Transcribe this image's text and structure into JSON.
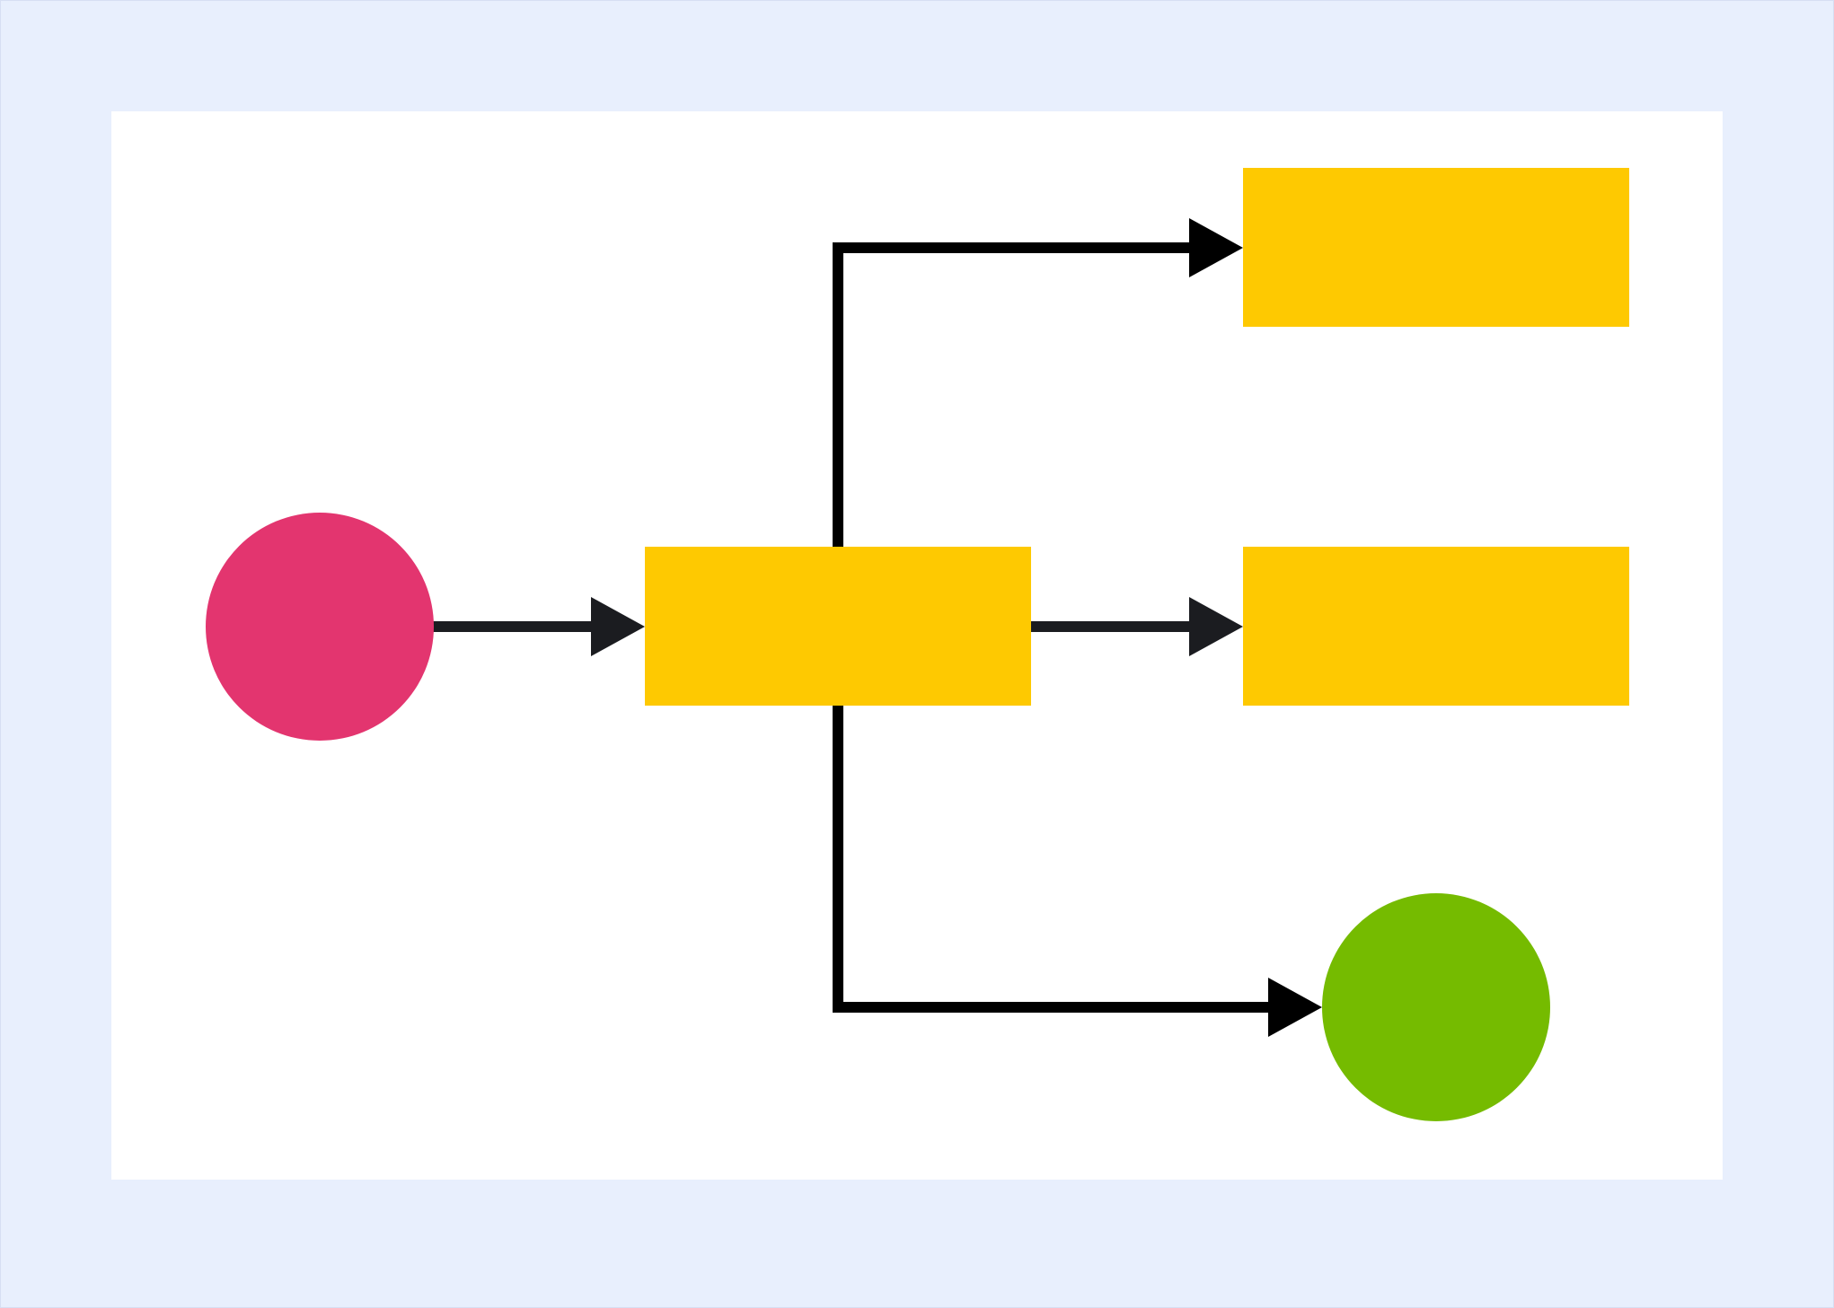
{
  "colors": {
    "frame_background": "#e8effd",
    "canvas_background": "#ffffff",
    "start_node": "#e3356f",
    "process_node": "#fec901",
    "end_node": "#75bb00",
    "connector_main": "#1b1c20",
    "connector_branch": "#000000"
  },
  "diagram": {
    "nodes": [
      {
        "id": "start",
        "shape": "circle",
        "label": ""
      },
      {
        "id": "decision",
        "shape": "rectangle",
        "label": ""
      },
      {
        "id": "branch_top",
        "shape": "rectangle",
        "label": ""
      },
      {
        "id": "branch_middle",
        "shape": "rectangle",
        "label": ""
      },
      {
        "id": "end",
        "shape": "circle",
        "label": ""
      }
    ],
    "edges": [
      {
        "from": "start",
        "to": "decision",
        "style": "straight"
      },
      {
        "from": "decision",
        "to": "branch_middle",
        "style": "straight"
      },
      {
        "from": "decision",
        "to": "branch_top",
        "style": "elbow"
      },
      {
        "from": "decision",
        "to": "end",
        "style": "elbow"
      }
    ]
  }
}
